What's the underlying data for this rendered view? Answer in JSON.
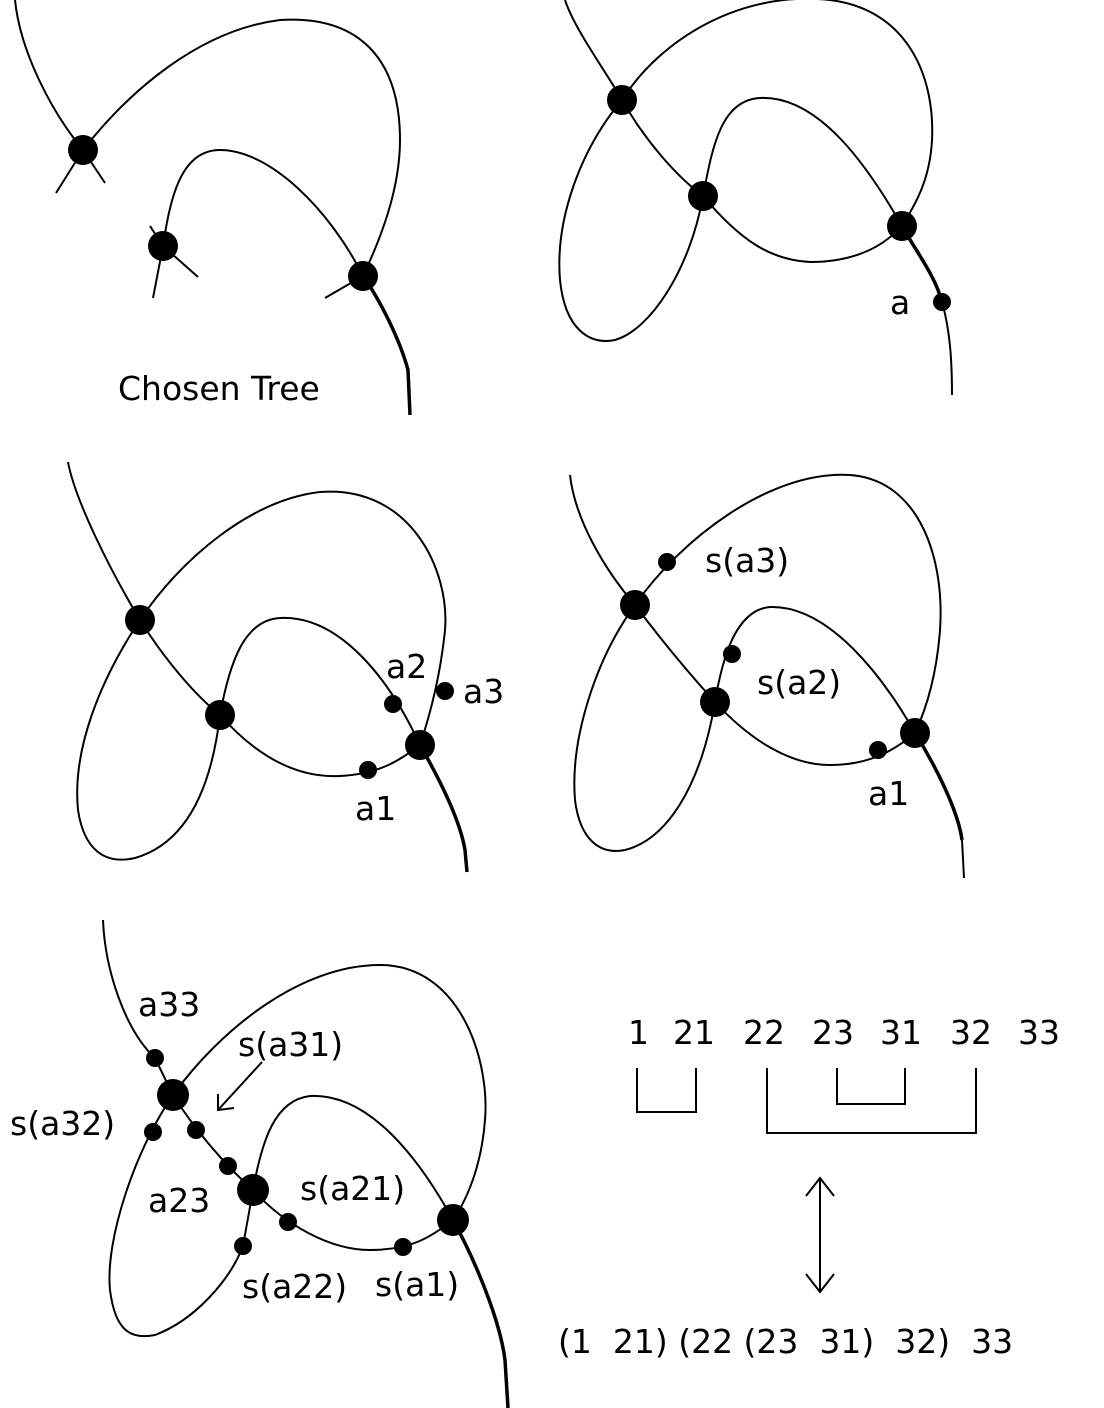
{
  "panel_1": {
    "caption": "Chosen Tree"
  },
  "panel_2": {
    "labels": [
      "a"
    ]
  },
  "panel_3": {
    "labels": [
      "a2",
      "a3",
      "a1"
    ]
  },
  "panel_4": {
    "labels": [
      "s(a3)",
      "s(a2)",
      "a1"
    ]
  },
  "panel_5": {
    "labels": [
      "a33",
      "s(a31)",
      "s(a32)",
      "a23",
      "s(a21)",
      "s(a22)",
      "s(a1)"
    ]
  },
  "panel_6": {
    "sequence": [
      "1",
      "21",
      "22",
      "23",
      "31",
      "32",
      "33"
    ],
    "formula": "(1  21) (22 (23  31)  32)  33"
  }
}
